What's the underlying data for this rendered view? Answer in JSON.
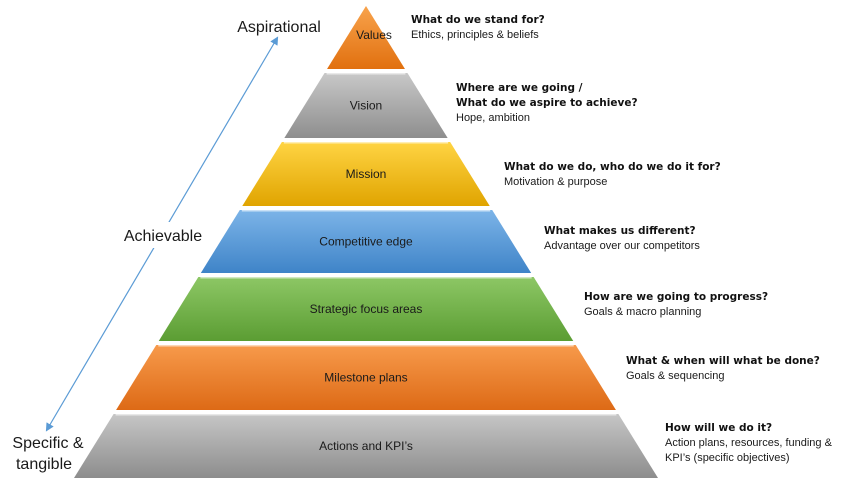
{
  "axis": {
    "top": "Aspirational",
    "middle": "Achievable",
    "bottom_line1": "Specific &",
    "bottom_line2": "tangible",
    "arrow_color": "#5b9bd5"
  },
  "layers": [
    {
      "label": "Values",
      "question": [
        "What do we stand for?"
      ],
      "detail": [
        "Ethics, principles & beliefs"
      ],
      "color_light": "#f8a34c",
      "color_dark": "#e1700f"
    },
    {
      "label": "Vision",
      "question": [
        "Where are we going /",
        "What do we aspire to achieve?"
      ],
      "detail": [
        "Hope, ambition"
      ],
      "color_light": "#c8c8c8",
      "color_dark": "#8e8e8e"
    },
    {
      "label": "Mission",
      "question": [
        "What do we do, who do we do it for?"
      ],
      "detail": [
        "Motivation & purpose"
      ],
      "color_light": "#ffd443",
      "color_dark": "#e0a400"
    },
    {
      "label": "Competitive edge",
      "question": [
        "What makes us different?"
      ],
      "detail": [
        "Advantage over our competitors"
      ],
      "color_light": "#7cb4e8",
      "color_dark": "#3f84c8"
    },
    {
      "label": "Strategic focus areas",
      "question": [
        "How are we going to progress?"
      ],
      "detail": [
        "Goals & macro planning"
      ],
      "color_light": "#8dc765",
      "color_dark": "#5b9d33"
    },
    {
      "label": "Milestone plans",
      "question": [
        "What & when will what be done?"
      ],
      "detail": [
        "Goals & sequencing"
      ],
      "color_light": "#f79a4b",
      "color_dark": "#dd6a16"
    },
    {
      "label": "Actions and KPI’s",
      "question": [
        "How will we do it?"
      ],
      "detail": [
        "Action plans, resources, funding &",
        " KPI’s (specific objectives)"
      ],
      "color_light": "#c6c6c6",
      "color_dark": "#8d8d8d"
    }
  ]
}
